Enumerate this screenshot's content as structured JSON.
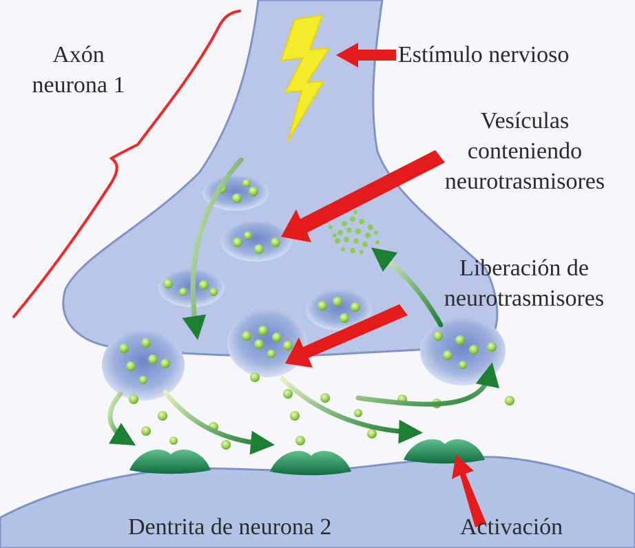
{
  "labels": {
    "axon": [
      "Axón",
      "neurona 1"
    ],
    "stimulus": "Estímulo nervioso",
    "vesicles": [
      "Vesículas",
      "conteniendo",
      "neurotrasmisores"
    ],
    "release": [
      "Liberación de",
      "neurotrasmisores"
    ],
    "dendrite": "Dentrita de neurona 2",
    "activation": "Activación"
  },
  "colors": {
    "background": "#f7f6fb",
    "axon_fill": "#b9c6e8",
    "axon_stroke": "#7f93c9",
    "dendrite_fill": "#b3c3e6",
    "vesicle": "#9fb2de",
    "neurotransmitter": "#9fd65a",
    "receptor": "#1b8a5a",
    "arrow_red": "#e31b1b",
    "bracket": "#f02828",
    "lightning": "#f3ec2a",
    "green_arrow": "#2e8f3a",
    "text": "#2b2b2b"
  },
  "icons": [
    "lightning-bolt-icon",
    "red-arrow-icon",
    "green-curved-arrow-icon"
  ]
}
